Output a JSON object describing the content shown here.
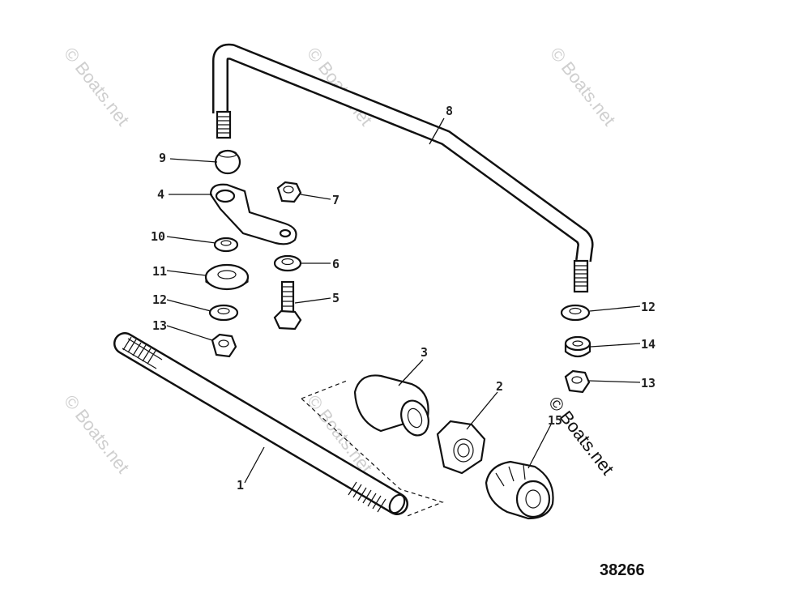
{
  "diagram": {
    "figure_number": "38266",
    "watermark": "© Boats.net",
    "callouts": [
      {
        "id": "c1",
        "label": "1"
      },
      {
        "id": "c2",
        "label": "2"
      },
      {
        "id": "c3",
        "label": "3"
      },
      {
        "id": "c4",
        "label": "4"
      },
      {
        "id": "c5",
        "label": "5"
      },
      {
        "id": "c6",
        "label": "6"
      },
      {
        "id": "c7",
        "label": "7"
      },
      {
        "id": "c8",
        "label": "8"
      },
      {
        "id": "c9",
        "label": "9"
      },
      {
        "id": "c10",
        "label": "10"
      },
      {
        "id": "c11",
        "label": "11"
      },
      {
        "id": "c12a",
        "label": "12"
      },
      {
        "id": "c12b",
        "label": "12"
      },
      {
        "id": "c13a",
        "label": "13"
      },
      {
        "id": "c13b",
        "label": "13"
      },
      {
        "id": "c14",
        "label": "14"
      },
      {
        "id": "c15",
        "label": "15"
      }
    ]
  }
}
